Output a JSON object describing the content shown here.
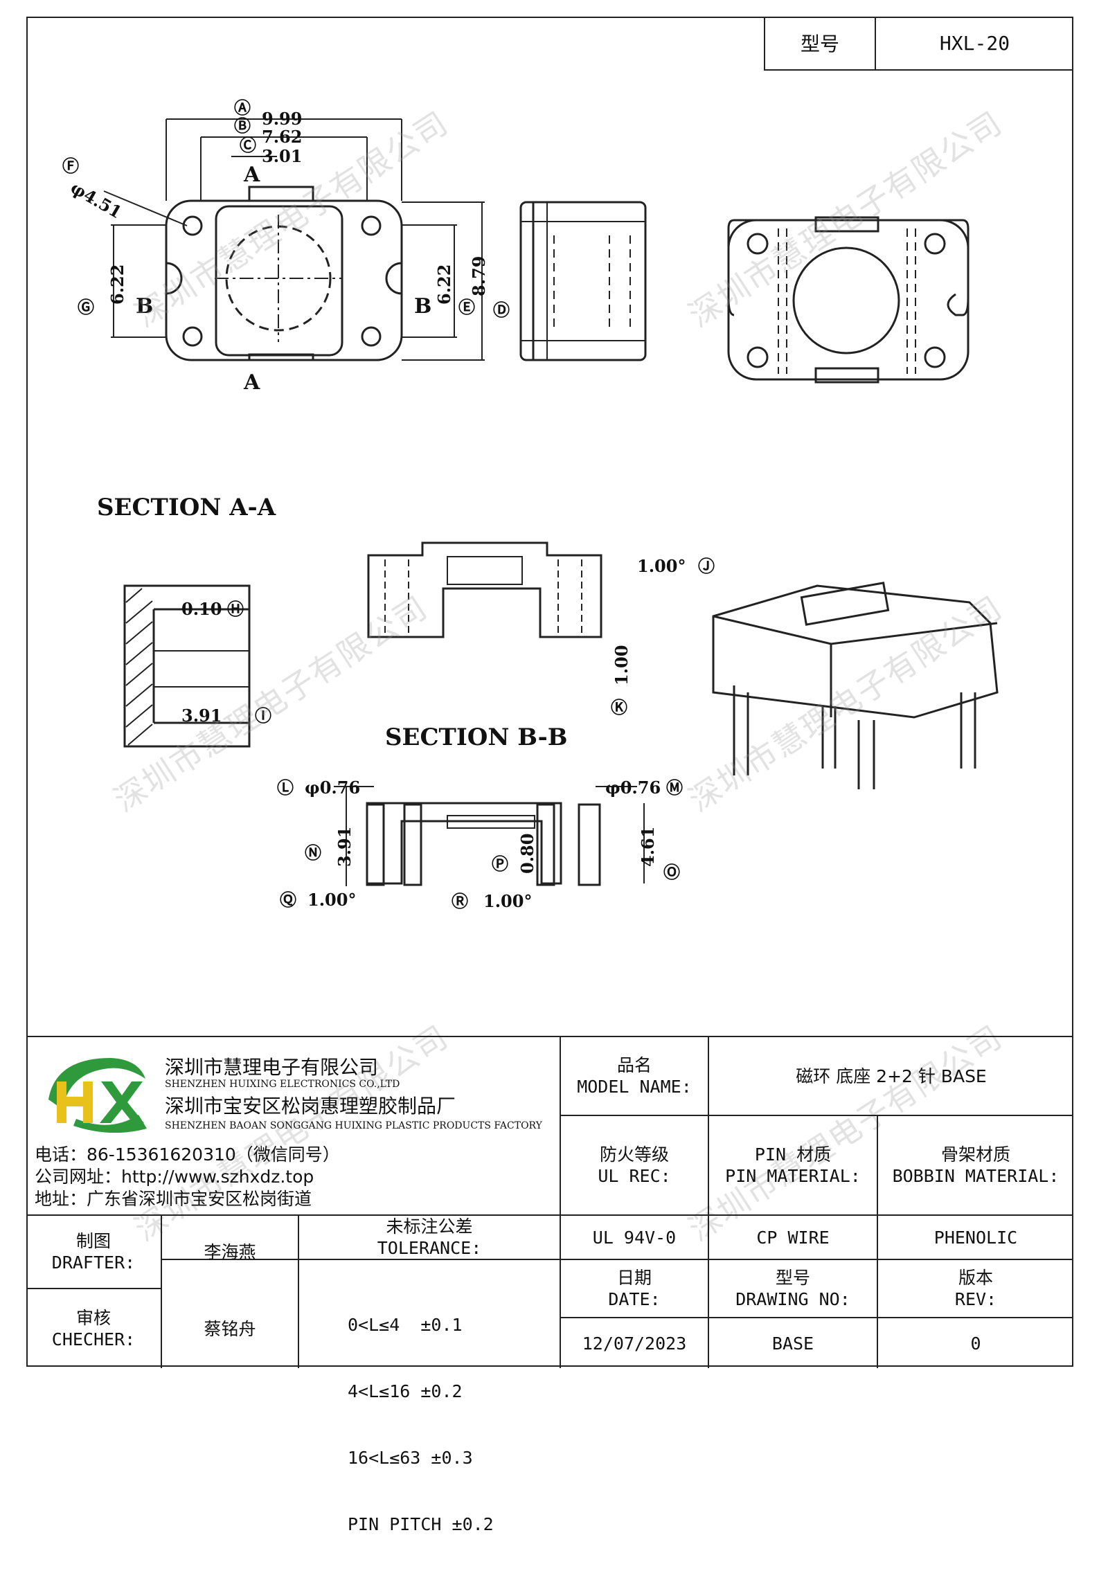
{
  "header": {
    "model_label": "型号",
    "model_value": "HXL-20"
  },
  "drawing": {
    "dims": {
      "a": "Ⓐ",
      "a_val": "9.99",
      "b": "Ⓑ",
      "b_val": "7.62",
      "c": "Ⓒ",
      "c_val": "3.01",
      "f": "Ⓕ",
      "f_val": "φ4.51",
      "g": "Ⓖ",
      "g_val": "6.22",
      "e": "Ⓔ",
      "e_val": "6.22",
      "d": "Ⓓ",
      "d_val": "8.79",
      "h_val": "0.10",
      "h": "Ⓗ",
      "i_val": "3.91",
      "i": "Ⓘ",
      "j_val": "1.00°",
      "j": "Ⓙ",
      "k_val": "1.00",
      "k": "Ⓚ",
      "l": "Ⓛ",
      "l_val": "φ0.76",
      "m_val": "φ0.76",
      "m": "Ⓜ",
      "n": "Ⓝ",
      "n_val": "3.91",
      "p": "Ⓟ",
      "p_val": "0.80",
      "o_val": "4.61",
      "o": "Ⓞ",
      "q": "Ⓠ",
      "q_val": "1.00°",
      "r": "Ⓡ",
      "r_val": "1.00°"
    },
    "section_labels": {
      "a_top": "A",
      "a_bottom": "A",
      "b_left": "B",
      "b_right": "B"
    },
    "section_aa": "SECTION A-A",
    "section_bb": "SECTION B-B"
  },
  "watermark": "深圳市慧理电子有限公司",
  "company": {
    "logo_text": "HX",
    "name_cn": "深圳市慧理电子有限公司",
    "name_en": "SHENZHEN HUIXING ELECTRONICS CO.,LTD",
    "factory_cn": "深圳市宝安区松岗惠理塑胶制品厂",
    "factory_en": "SHENZHEN BAOAN SONGGANG HUIXING PLASTIC PRODUCTS FACTORY",
    "phone": "电话：86-15361620310（微信同号）",
    "website": "公司网址：http://www.szhxdz.top",
    "address": "地址：广东省深圳市宝安区松岗街道"
  },
  "title_block": {
    "model_name_label_cn": "品名",
    "model_name_label_en": "MODEL NAME:",
    "model_name_value": "磁环 底座 2+2 针 BASE",
    "ul_label_cn": "防火等级",
    "ul_label_en": "UL REC:",
    "pin_label_cn": "PIN 材质",
    "pin_label_en": "PIN MATERIAL:",
    "bobbin_label_cn": "骨架材质",
    "bobbin_label_en": "BOBBIN MATERIAL:",
    "ul_value": "UL 94V-0",
    "pin_value": "CP WIRE",
    "bobbin_value": "PHENOLIC",
    "drafter_cn": "制图",
    "drafter_en": "DRAFTER:",
    "drafter_name": "李海燕",
    "checker_cn": "审核",
    "checker_en": "CHECHER:",
    "checker_name": "蔡铭舟",
    "tolerance_cn": "未标注公差",
    "tolerance_en": "TOLERANCE:",
    "tolerance_rows": [
      "0<L≤4  ±0.1",
      "4<L≤16 ±0.2",
      "16<L≤63 ±0.3",
      "PIN PITCH ±0.2"
    ],
    "date_cn": "日期",
    "date_en": "DATE:",
    "date_value": "12/07/2023",
    "drawing_no_cn": "型号",
    "drawing_no_en": "DRAWING NO:",
    "drawing_no_value": "BASE",
    "rev_cn": "版本",
    "rev_en": "REV:",
    "rev_value": "0"
  },
  "colors": {
    "logo_green": "#2e9a3c",
    "logo_yellow": "#e8c21a",
    "line": "#222222"
  }
}
